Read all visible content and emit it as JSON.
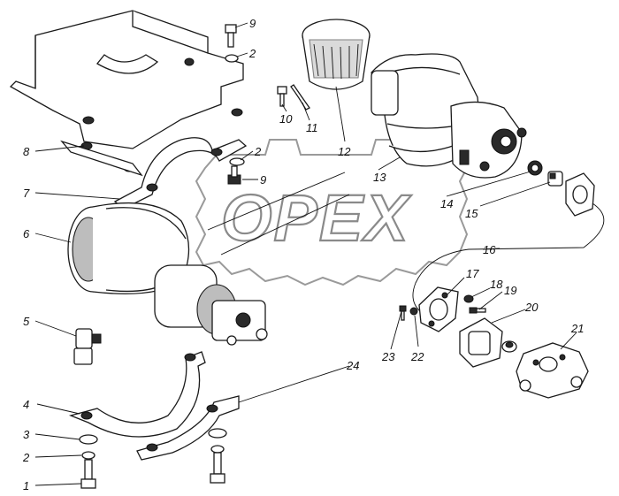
{
  "diagram": {
    "watermark": "OPEX",
    "callouts": [
      {
        "id": "c1",
        "text": "1"
      },
      {
        "id": "c2a",
        "text": "2"
      },
      {
        "id": "c2b",
        "text": "2"
      },
      {
        "id": "c2c",
        "text": "2"
      },
      {
        "id": "c3",
        "text": "3"
      },
      {
        "id": "c4",
        "text": "4"
      },
      {
        "id": "c5",
        "text": "5"
      },
      {
        "id": "c6",
        "text": "6"
      },
      {
        "id": "c7",
        "text": "7"
      },
      {
        "id": "c8",
        "text": "8"
      },
      {
        "id": "c9a",
        "text": "9"
      },
      {
        "id": "c9b",
        "text": "9"
      },
      {
        "id": "c10",
        "text": "10"
      },
      {
        "id": "c11",
        "text": "11"
      },
      {
        "id": "c12",
        "text": "12"
      },
      {
        "id": "c13",
        "text": "13"
      },
      {
        "id": "c14",
        "text": "14"
      },
      {
        "id": "c15",
        "text": "15"
      },
      {
        "id": "c16",
        "text": "16"
      },
      {
        "id": "c17",
        "text": "17"
      },
      {
        "id": "c18",
        "text": "18"
      },
      {
        "id": "c19",
        "text": "19"
      },
      {
        "id": "c20",
        "text": "20"
      },
      {
        "id": "c21",
        "text": "21"
      },
      {
        "id": "c22",
        "text": "22"
      },
      {
        "id": "c23",
        "text": "23"
      },
      {
        "id": "c24",
        "text": "24"
      }
    ]
  }
}
